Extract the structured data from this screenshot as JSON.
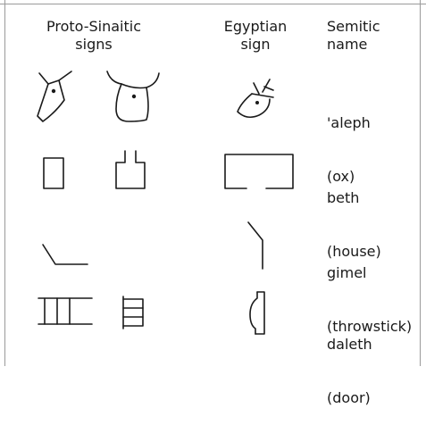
{
  "headers": {
    "proto_line1": "Proto-Sinaitic",
    "proto_line2": "signs",
    "egyptian_line1": "Egyptian",
    "egyptian_line2": "sign",
    "semitic_line1": "Semitic",
    "semitic_line2": "name"
  },
  "rows": [
    {
      "name": "'aleph",
      "meaning": "(ox)"
    },
    {
      "name": "beth",
      "meaning": "(house)"
    },
    {
      "name": "gimel",
      "meaning": "(throwstick)"
    },
    {
      "name": "daleth",
      "meaning": "(door)"
    }
  ]
}
